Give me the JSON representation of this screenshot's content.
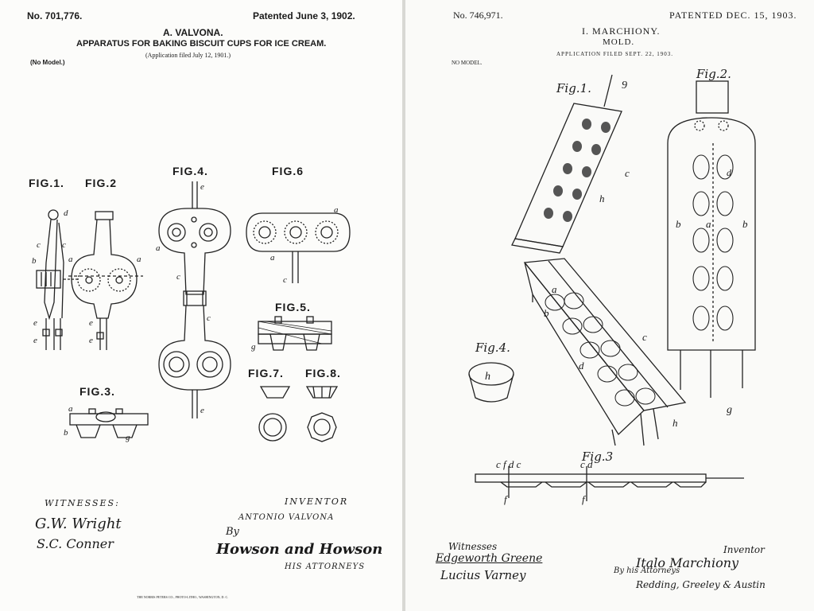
{
  "left": {
    "number": "No. 701,776.",
    "date": "Patented June 3, 1902.",
    "inventor_name": "A. VALVONA.",
    "title": "APPARATUS FOR BAKING BISCUIT CUPS FOR ICE CREAM.",
    "application": "(Application filed July 12, 1901.)",
    "no_model": "(No Model.)",
    "figs": {
      "fig1": "FIG.1.",
      "fig2": "FIG.2",
      "fig3": "FIG.3.",
      "fig4": "FIG.4.",
      "fig5": "FIG.5.",
      "fig6": "FIG.6",
      "fig7": "FIG.7.",
      "fig8": "FIG.8."
    },
    "witnesses_label": "WITNESSES:",
    "witness_1": "G.W. Wright",
    "witness_2": "S.C. Conner",
    "inventor_label": "INVENTOR",
    "inventor_full": "ANTONIO VALVONA",
    "by": "By",
    "attorney_sig": "Howson and Howson",
    "attorneys_label": "HIS ATTORNEYS",
    "printer": "THE NORRIS PETERS CO., PHOTO-LITHO., WASHINGTON, D. C."
  },
  "right": {
    "number": "No. 746,971.",
    "date": "PATENTED DEC. 15, 1903.",
    "inventor_name": "I. MARCHIONY.",
    "title": "MOLD.",
    "application": "APPLICATION FILED SEPT. 22, 1903.",
    "no_model": "NO MODEL.",
    "figs": {
      "fig1": "Fig.1.",
      "fig2": "Fig.2.",
      "fig3": "Fig.3",
      "fig4": "Fig.4."
    },
    "witnesses_label": "Witnesses",
    "witness_1": "Edgeworth Greene",
    "witness_2": "Lucius Varney",
    "inventor_label": "Inventor",
    "inventor_sig": "Italo Marchiony",
    "by": "By his Attorneys",
    "attorney_sig": "Redding, Greeley & Austin"
  }
}
